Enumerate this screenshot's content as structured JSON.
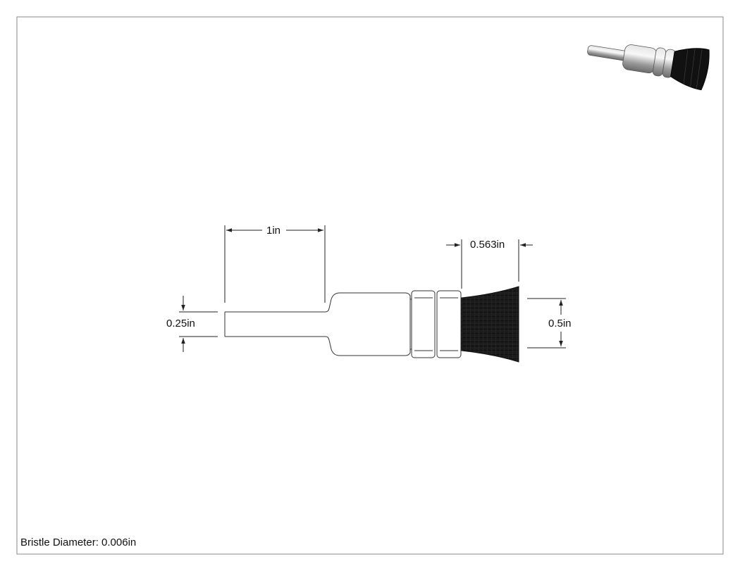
{
  "drawing": {
    "part": "end brush",
    "view": "side view",
    "colors": {
      "line": "#333333",
      "bristle": "#111111",
      "border": "#888888"
    }
  },
  "dimensions": {
    "shank_length": "1in",
    "brush_length": "0.563in",
    "shank_diameter": "0.25in",
    "brush_diameter": "0.5in"
  },
  "notes": {
    "bristle_diameter": "Bristle Diameter: 0.006in"
  },
  "thumbnail": {
    "icon": "isometric-brush-icon"
  }
}
